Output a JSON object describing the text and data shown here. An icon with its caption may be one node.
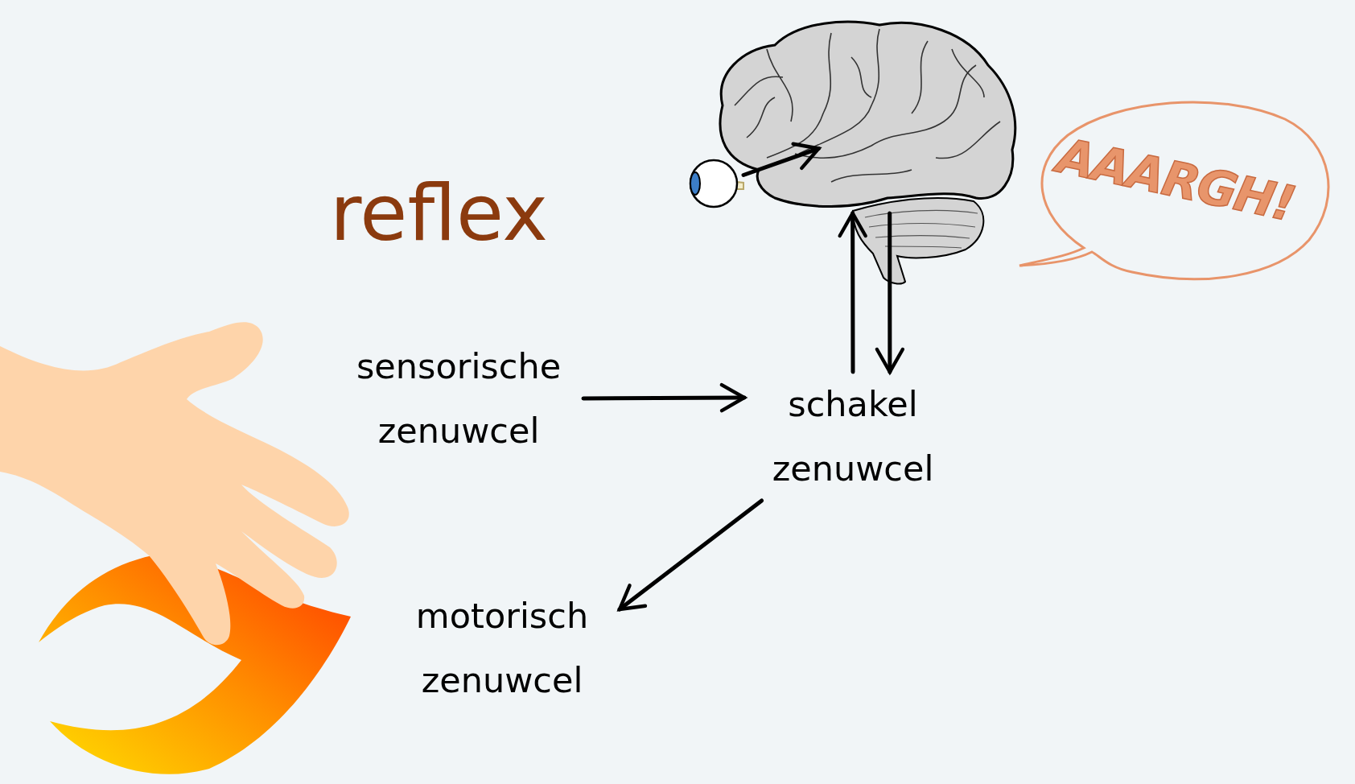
{
  "diagram": {
    "title": "reflex",
    "nodes": [
      {
        "text": [
          "sensorische zenuwcel"
        ]
      },
      {
        "text": [
          "schakel zenuwcel"
        ]
      },
      {
        "text": [
          "motorisch zenuwcel"
        ]
      },
      {
        "text": [],
        "shape": "picture"
      },
      {
        "text": [],
        "shape": "picture"
      },
      {
        "text": [
          "AAARGH!"
        ]
      }
    ],
    "edges": [
      {
        "from": 0,
        "to": 1,
        "arrow": "to"
      },
      {
        "from": 1,
        "to": 2,
        "arrow": "to"
      },
      {
        "from": 1,
        "to": 3,
        "arrow": "to"
      },
      {
        "from": 3,
        "to": 1,
        "arrow": "to"
      },
      {
        "from": 4,
        "to": 3,
        "arrow": "to"
      }
    ]
  }
}
